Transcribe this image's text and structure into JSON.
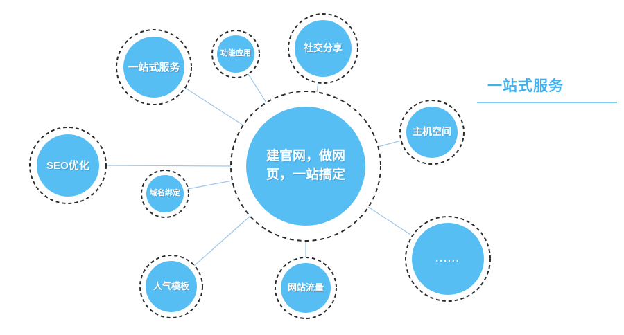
{
  "title": {
    "text": "一站式服务"
  },
  "center": {
    "label": "建官网，做网页，一站搞定",
    "label_lines": [
      "建官网，做网",
      "页，一站搞定"
    ]
  },
  "nodes": [
    {
      "id": "one-stop-service",
      "label": "一站式服务"
    },
    {
      "id": "feature-apps",
      "label": "功能应用"
    },
    {
      "id": "social-sharing",
      "label": "社交分享"
    },
    {
      "id": "hosting-space",
      "label": "主机空间"
    },
    {
      "id": "seo-optimization",
      "label": "SEO优化"
    },
    {
      "id": "domain-binding",
      "label": "域名绑定"
    },
    {
      "id": "popular-templates",
      "label": "人气模板"
    },
    {
      "id": "site-traffic",
      "label": "网站流量"
    },
    {
      "id": "more",
      "label": "......"
    }
  ],
  "colors": {
    "circle_blue": "#57BEF3",
    "title_blue": "#41AFF0",
    "underline_blue": "#7ECBF4",
    "connector": "#9EC6EA",
    "dash": "#2B2B2B"
  }
}
